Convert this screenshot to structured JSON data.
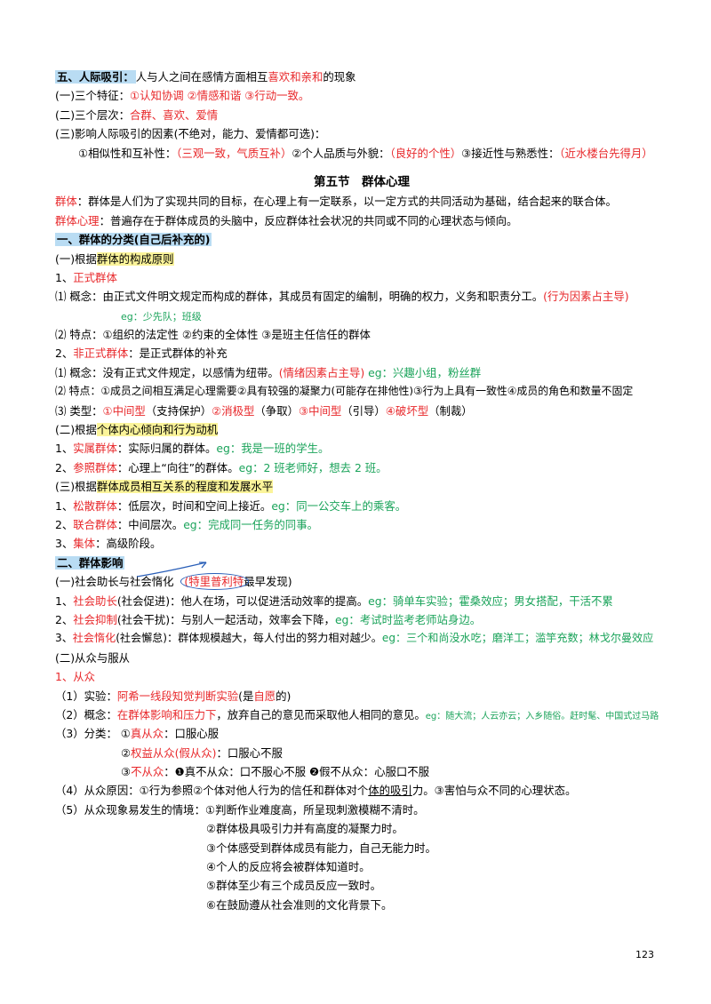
{
  "s5": {
    "head": "五、人际吸引：",
    "t1": "人与人之间在感情方面相互",
    "t2": "喜欢和亲和",
    "t3": "的现象",
    "f1": "(一)三个特征：",
    "f2": "①认知协调 ②情感和谐 ③行动一致。",
    "l1": "(二)三个层次：",
    "l2": "合群、喜欢、爱情",
    "c0": "(三)影响人际吸引的因素(不绝对，能力、爱情都可选)：",
    "c1": "①相似性和互补性：",
    "c2": "（三观一致，气质互补）",
    "c3": "②个人品质与外貌：",
    "c4": "（良好的个性）",
    "c5": "③接近性与熟悉性：",
    "c6": "（近水楼台先得月）"
  },
  "title": "第五节　群体心理",
  "def": {
    "g1": "群体",
    "g2": "：群体是人们为了实现共同的目标，在心理上有一定联系，以一定方式的共同活动为基础，结合起来的联合体。",
    "p1": "群体心理",
    "p2": "：普遍存在于群体成员的头脑中，反应群体社会状况的共同或不同的心理状态与倾向。"
  },
  "cls": {
    "head": "一、群体的分类(自己后补充的)",
    "a0": "(一)根据",
    "a1": "群体的构成原则",
    "f0": "1、",
    "f1": "正式群体",
    "fc1": "⑴ 概念：由正式文件明文规定而构成的群体，其成员有固定的编制，明确的权力，义务和职责分工。",
    "fc2": "(行为因素占主导)",
    "feg": "eg：少先队；班级",
    "ft": "⑵ 特点：①组织的法定性 ②约束的全体性 ③是班主任信任的群体",
    "n0": "2、",
    "n1": "非正式群体",
    "n2": "：是正式群体的补充",
    "nc1": "⑴ 概念：没有正式文件规定，以感情为纽带。",
    "nc2": "(情绪因素占主导)",
    "nc3": " eg：兴趣小组，粉丝群",
    "nt": "⑵ 特点：①成员之间相互满足心理需要②具有较强的凝聚力(可能存在排他性)③行为上具有一致性④成员的角色和数量不固定",
    "y0": "⑶ 类型：",
    "y1": "①中间型",
    "y2": "（支持保护）",
    "y3": "②消极型",
    "y4": "（争取）",
    "y5": "③中间型",
    "y6": "（引导）",
    "y7": "④破坏型",
    "y8": "（制裁）",
    "b0": "(二)根据",
    "b1": "个体内心倾向和行为动机",
    "s1a": "1、",
    "s1b": "实属群体",
    "s1c": "：实际归属的群体。",
    "s1d": "eg：我是一班的学生。",
    "s2a": "2、",
    "s2b": "参照群体",
    "s2c": "：心理上“向往”的群体。",
    "s2d": "eg：2 班老师好，想去 2 班。",
    "c0": "(三)根据",
    "c1": "群体成员相互关系的程度和发展水平",
    "k1a": "1、",
    "k1b": "松散群体",
    "k1c": "：低层次，时间和空间上接近。",
    "k1d": "eg：同一公交车上的乘客。",
    "k2a": "2、",
    "k2b": "联合群体",
    "k2c": "：中间层次。",
    "k2d": "eg：完成同一任务的同事。",
    "k3a": "3、",
    "k3b": "集体",
    "k3c": "：高级阶段。"
  },
  "inf": {
    "head": "二、群体影响",
    "a0": "(一)社会助长与社会惰化",
    "a1": "(特里普利特",
    "a2": "最早发现)",
    "h1a": "1、",
    "h1b": "社会助长",
    "h1c": "(社会促进)：他人在场，可以促进活动效率的提高。",
    "h1d": "eg：骑单车实验；霍桑效应；男女搭配，干活不累",
    "h2a": "2、",
    "h2b": "社会抑制",
    "h2c": "(社会干扰)：与别人一起活动，效率会下降，",
    "h2d": "eg：考试时监考老师站身边。",
    "h3a": "3、",
    "h3b": "社会惰化",
    "h3c": "(社会懈怠)：群体规模越大，每人付出的努力相对越少。",
    "h3d": "eg：三个和尚没水吃；磨洋工；滥竽充数；林戈尔曼效应",
    "b0": "(二)从众与服从",
    "b1": "1、从众",
    "e1": "（1）实验：",
    "e2": "阿希一线段知觉判断实验",
    "e3": "(是",
    "e4": "自愿",
    "e5": "的)",
    "g1": "（2）概念：",
    "g2": "在群体影响和压力下",
    "g3": "，放弃自己的意见而采取他人相同的意见。",
    "g4": "eg：随大流；人云亦云；入乡随俗。赶时髦、中国式过马路",
    "t1": "（3）分类：",
    "t2": "①",
    "t3": "真从众",
    "t4": "：口服心服",
    "t5": "②",
    "t6": "权益从众(假从众)",
    "t7": "：口服心不服",
    "t8": "③",
    "t9": "不从众",
    "t10": "：❶真不从众：口不服心不服 ❷假不从众：心服口不服",
    "r1": "（4）从众原因：①行为参照②个体对他人行为的信任和群体对个",
    "r2": "体的吸引",
    "r3": "力。③害怕与众不同的心理状态。",
    "q0": "（5）从众现象易发生的情境：",
    "q1": "①判断作业难度高，所呈现刺激模糊不清时。",
    "q2": "②群体极具吸引力并有高度的凝聚力时。",
    "q3": "③个体感受到群体成员有能力，自己无能力时。",
    "q4": "④个人的反应将会被群体知道时。",
    "q5": "⑤群体至少有三个成员反应一致时。",
    "q6": "⑥在鼓励遵从社会准则的文化背景下。"
  },
  "page_number": "123"
}
